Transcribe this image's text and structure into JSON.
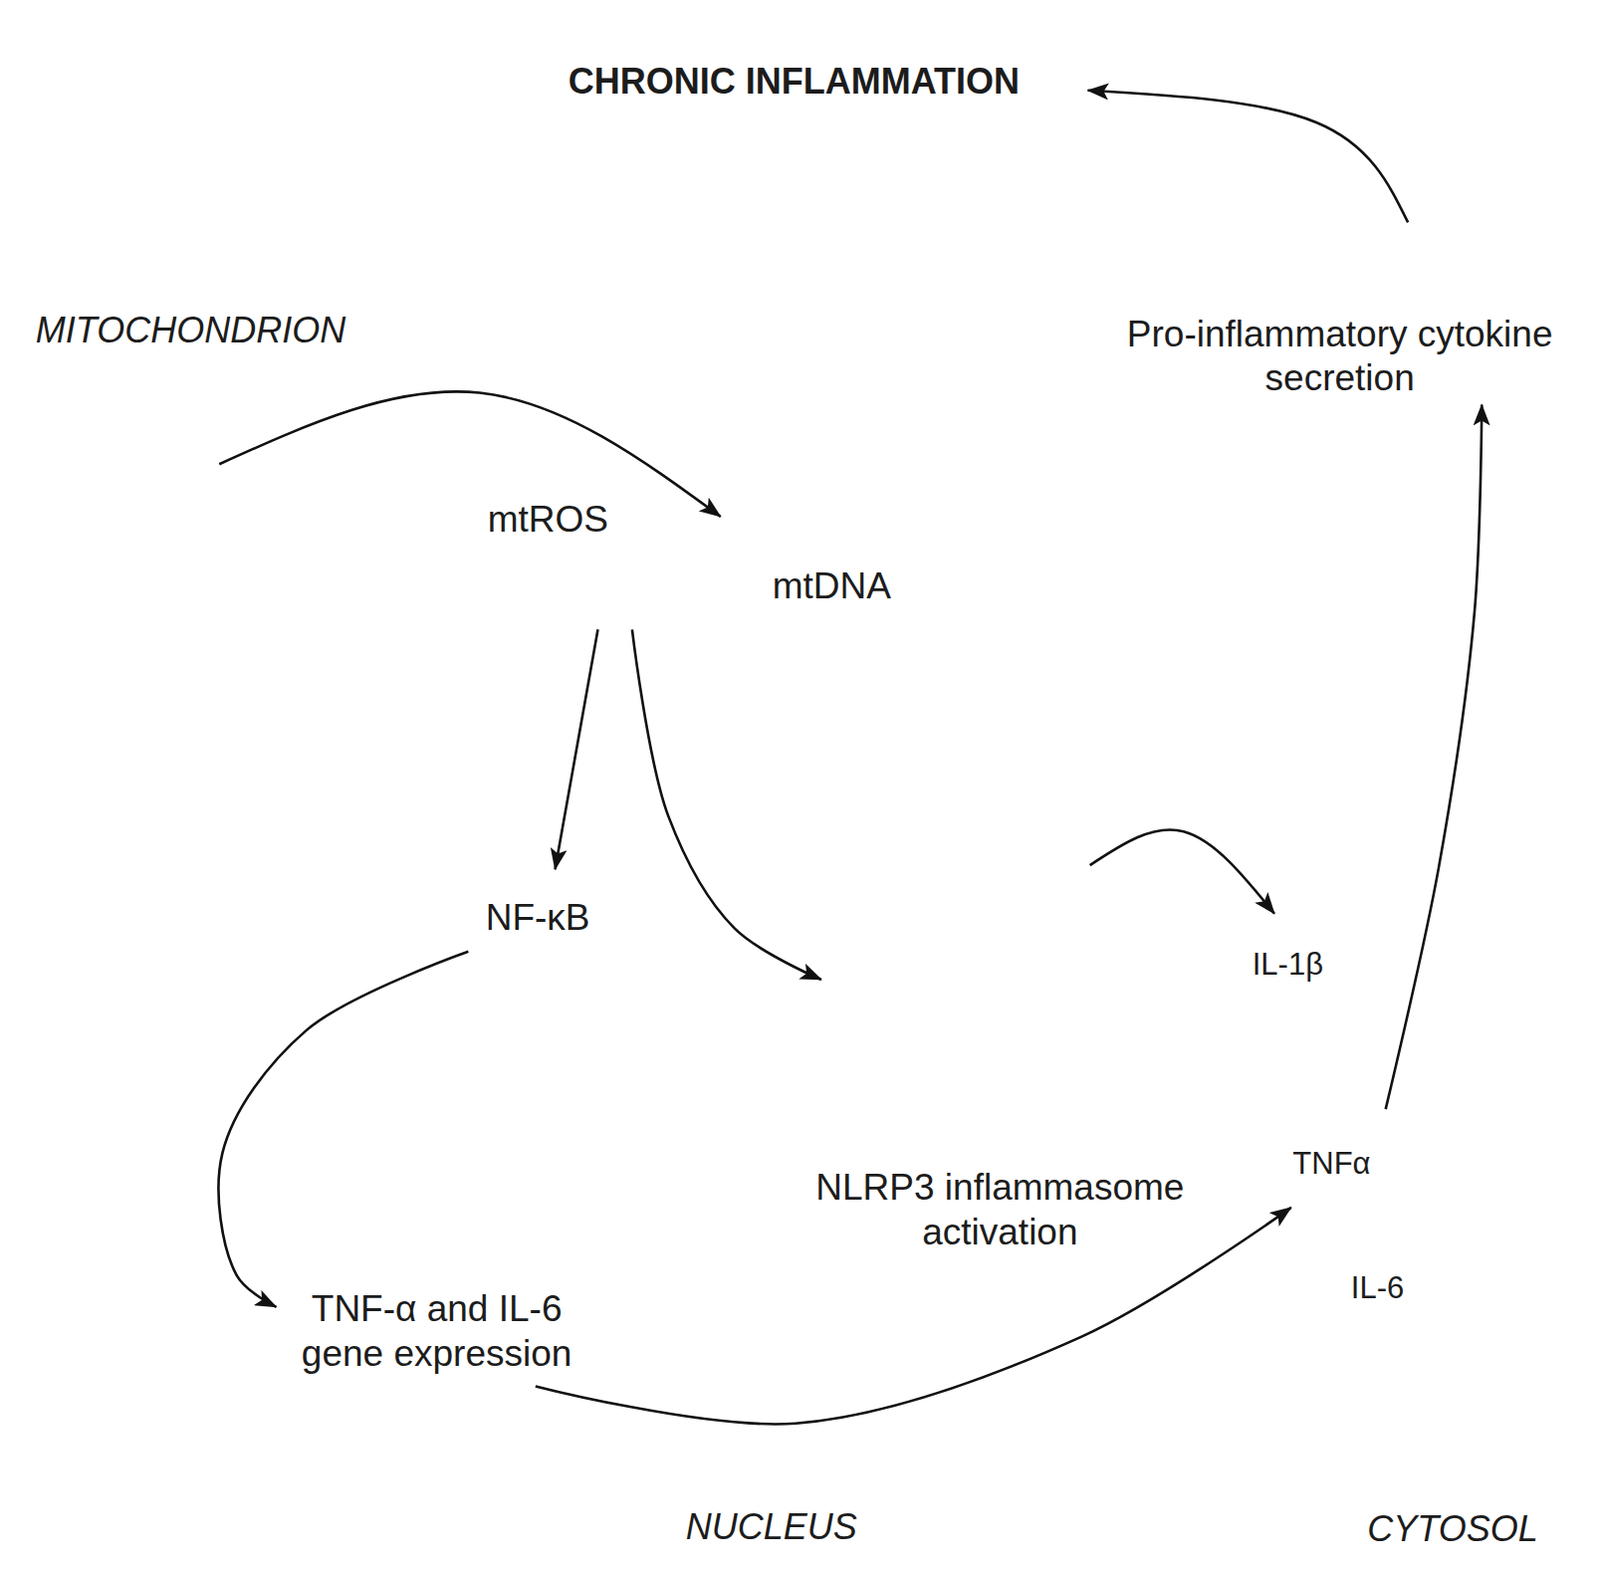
{
  "diagram": {
    "nodes": [
      {
        "text": [
          "CHRONIC INFLAMMATION"
        ]
      },
      {
        "text": [
          "MITOCHONDRION"
        ]
      },
      {
        "text": [
          "Pro-inflammatory cytokine secretion"
        ]
      },
      {
        "text": [
          "mtROS"
        ]
      },
      {
        "text": [
          "mtDNA"
        ]
      },
      {
        "text": [
          "NF-κB"
        ]
      },
      {
        "text": [
          "NLRP3 inflammasome activation"
        ]
      },
      {
        "text": [
          "IL-1β"
        ]
      },
      {
        "text": [
          "TNFα"
        ]
      },
      {
        "text": [
          "IL-6"
        ]
      },
      {
        "text": [
          "TNF-α and IL-6 gene expression",
          "NUCLEUS"
        ]
      }
    ],
    "edges": [
      {
        "from": 1,
        "to": 4,
        "arrow": "to"
      },
      {
        "from": 3,
        "to": 5,
        "arrow": "to"
      },
      {
        "from": 3,
        "to": 6,
        "arrow": "to"
      },
      {
        "from": 6,
        "to": 7,
        "arrow": "to"
      },
      {
        "from": 5,
        "to": 10,
        "arrow": "to"
      },
      {
        "from": 10,
        "to": 8,
        "arrow": "to"
      },
      {
        "from": 8,
        "to": 2,
        "arrow": "to"
      },
      {
        "from": 2,
        "to": 0,
        "arrow": "to"
      }
    ],
    "labels": [
      "CYTOSOL"
    ]
  }
}
